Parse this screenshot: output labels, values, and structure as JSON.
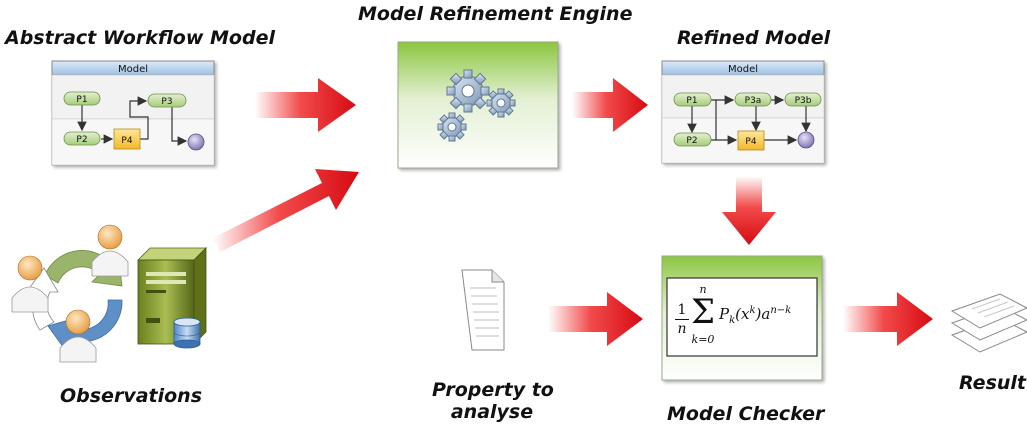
{
  "titles": {
    "abstract_workflow_model": "Abstract Workflow Model",
    "model_refinement_engine": "Model Refinement Engine",
    "refined_model": "Refined Model",
    "observations": "Observations",
    "property_to_analyse_line1": "Property to",
    "property_to_analyse_line2": "analyse",
    "model_checker": "Model Checker",
    "result": "Result"
  },
  "abstract_model": {
    "header": "Model",
    "nodes": {
      "p1": "P1",
      "p2": "P2",
      "p3": "P3",
      "p4": "P4"
    }
  },
  "refined_model": {
    "header": "Model",
    "nodes": {
      "p1": "P1",
      "p2": "P2",
      "p3a": "P3a",
      "p3b": "P3b",
      "p4": "P4"
    }
  },
  "formula": {
    "frac_num": "1",
    "frac_den": "n",
    "sum_top": "n",
    "sum_bottom": "k=0",
    "body_P": "P",
    "body_P_sub": "k",
    "body_x": "(x",
    "body_x_sup": "k",
    "body_close": ")a",
    "body_a_sup": "n−k"
  },
  "colors": {
    "arrow_red": "#e8101a",
    "engine_green": "#8cc63f",
    "model_header_blue": "#aecdea",
    "process_green": "#b7d98c",
    "task_yellow": "#f7c948",
    "end_purple": "#9b8fc4"
  }
}
